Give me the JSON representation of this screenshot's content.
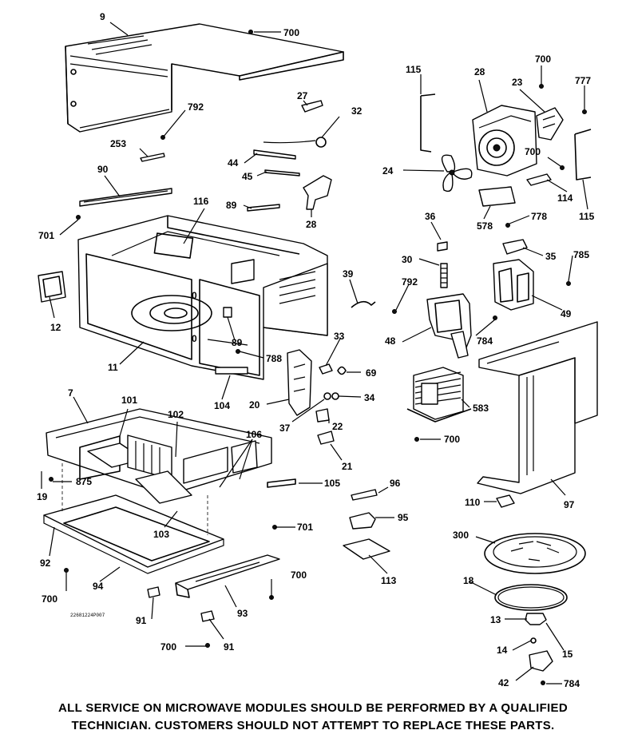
{
  "labels": {
    "l9": "9",
    "l700a": "700",
    "l792a": "792",
    "l27": "27",
    "l32": "32",
    "l253": "253",
    "l44": "44",
    "l45": "45",
    "l90": "90",
    "l116": "116",
    "l89a": "89",
    "l28b": "28",
    "l701a": "701",
    "l12": "12",
    "l11": "11",
    "l89b": "89",
    "l788": "788",
    "l104": "104",
    "l0a": "0",
    "l0b": "0",
    "l115a": "115",
    "l28a": "28",
    "l700b": "700",
    "l23": "23",
    "l777": "777",
    "l24": "24",
    "l700c": "700",
    "l114": "114",
    "l115b": "115",
    "l578": "578",
    "l778": "778",
    "l36": "36",
    "l30": "30",
    "l35": "35",
    "l785": "785",
    "l39": "39",
    "l792b": "792",
    "l48": "48",
    "l784a": "784",
    "l49": "49",
    "l33": "33",
    "l69": "69",
    "l20": "20",
    "l34": "34",
    "l37": "37",
    "l22": "22",
    "l21": "21",
    "l583": "583",
    "l700d": "700",
    "l97": "97",
    "l7": "7",
    "l101": "101",
    "l102": "102",
    "l106": "106",
    "l875": "875",
    "l19": "19",
    "l105": "105",
    "l103": "103",
    "l701b": "701",
    "l92": "92",
    "l94": "94",
    "l700e": "700",
    "l700f": "700",
    "l91a": "91",
    "l93": "93",
    "l700g": "700",
    "l91b": "91",
    "l96": "96",
    "l95": "95",
    "l113": "113",
    "l110": "110",
    "l300": "300",
    "l18": "18",
    "l13": "13",
    "l14": "14",
    "l15": "15",
    "l42": "42",
    "l784b": "784"
  },
  "drawing_code": "22681224P007",
  "notice": {
    "line1": "ALL SERVICE ON MICROWAVE MODULES SHOULD BE PERFORMED BY A QUALIFIED",
    "line2": "TECHNICIAN.  CUSTOMERS SHOULD NOT ATTEMPT TO REPLACE THESE  PARTS."
  }
}
